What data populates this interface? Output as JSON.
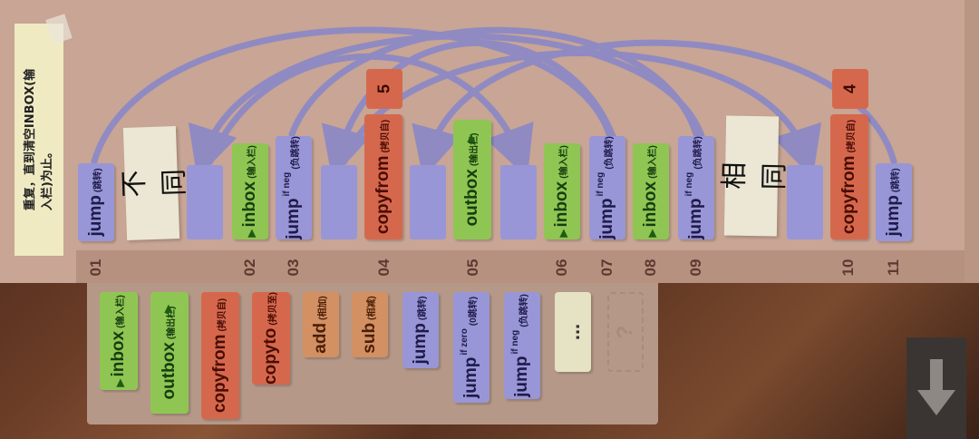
{
  "note": {
    "line1": "重复，直到清空INBOX(输",
    "line2": "入栏)为止。"
  },
  "program": [
    {
      "id": "jump-01",
      "kw": "jump",
      "sub": "(跳转)"
    },
    {
      "id": "inbox-02",
      "kw": "inbox",
      "sub": "(输入栏)"
    },
    {
      "id": "jumpifneg-03",
      "kw": "jump",
      "cond": "if neg",
      "sub": "(负跳转)"
    },
    {
      "id": "copyfrom-04",
      "kw": "copyfrom",
      "sub": "(拷贝自)",
      "operand": "5"
    },
    {
      "id": "outbox-05",
      "kw": "outbox",
      "sub": "(输出栏)"
    },
    {
      "id": "inbox-06",
      "kw": "inbox",
      "sub": "(输入栏)"
    },
    {
      "id": "jumpifneg-07",
      "kw": "jump",
      "cond": "if neg",
      "sub": "(负跳转)"
    },
    {
      "id": "inbox-08",
      "kw": "inbox",
      "sub": "(输入栏)"
    },
    {
      "id": "jumpifneg-09",
      "kw": "jump",
      "cond": "if neg",
      "sub": "(负跳转)"
    },
    {
      "id": "copyfrom-10",
      "kw": "copyfrom",
      "sub": "(拷贝自)",
      "operand": "4"
    },
    {
      "id": "jump-11",
      "kw": "jump",
      "sub": "(跳转)"
    }
  ],
  "comments": {
    "diff": "不同",
    "same": "相同"
  },
  "line_numbers": [
    "01",
    "02",
    "03",
    "04",
    "05",
    "06",
    "07",
    "08",
    "09",
    "10",
    "11"
  ],
  "toolbox": [
    {
      "id": "inbox",
      "kw": "inbox",
      "sub": "(输入栏)"
    },
    {
      "id": "outbox",
      "kw": "outbox",
      "sub": "(输出栏)"
    },
    {
      "id": "copyfrom",
      "kw": "copyfrom",
      "sub": "(拷贝自)"
    },
    {
      "id": "copyto",
      "kw": "copyto",
      "sub": "(拷贝至)"
    },
    {
      "id": "add",
      "kw": "add",
      "sub": "(相加)"
    },
    {
      "id": "sub",
      "kw": "sub",
      "sub": "(相减)"
    },
    {
      "id": "jump",
      "kw": "jump",
      "sub": "(跳转)"
    },
    {
      "id": "jumpifzero",
      "kw": "jump",
      "cond": "if zero",
      "sub": "(0跳转)"
    },
    {
      "id": "jumpifneg",
      "kw": "jump",
      "cond": "if neg",
      "sub": "(负跳转)"
    },
    {
      "id": "comment",
      "kw": "..."
    },
    {
      "id": "unknown",
      "kw": "?"
    }
  ],
  "colors": {
    "jump": "#9896d6",
    "io": "#8fc653",
    "copy": "#d5684c",
    "math": "#d39062",
    "panel": "#c8a594"
  }
}
